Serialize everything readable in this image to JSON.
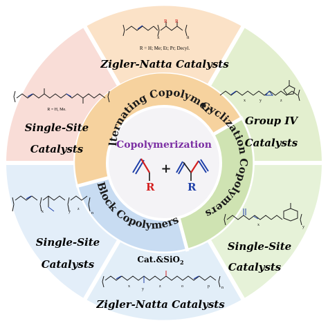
{
  "colors": {
    "top": "#fbe2c7",
    "upper_right": "#e3efcf",
    "lower_right": "#e6f2d8",
    "bottom": "#e2eef8",
    "lower_left": "#e3eef9",
    "upper_left": "#f9ddd7",
    "ring_orange": "#f6d29e",
    "ring_green": "#cfe3b2",
    "ring_blue": "#c8dcf2",
    "center": "#f4f3f6",
    "center_title": "#7b2fa3",
    "red_bond": "#d42020",
    "blue_bond": "#1e3fa8"
  },
  "outer": {
    "top": {
      "title": "Zigler-Natta Catalysts",
      "note": "R = H; Me; Et; Pr; Decyl.",
      "sub_x": "x",
      "sub_n": "n",
      "r1": "R",
      "r2": "R"
    },
    "upper_right": {
      "line1": "Group IV",
      "line2": "Catalysts",
      "sub_x": "x",
      "sub_y": "y",
      "sub_z": "z"
    },
    "lower_right": {
      "line1": "Single-Site",
      "line2": "Catalysts",
      "sub_x": "x",
      "sub_y": "y"
    },
    "bottom": {
      "title": "Zigler-Natta Catalysts",
      "cat": "Cat.&SiO",
      "cat_sub": "2",
      "sub_x": "x",
      "sub_y": "y",
      "sub_z": "z",
      "sub_o": "o",
      "sub_p": "p",
      "sub_n": "n"
    },
    "lower_left": {
      "line1": "Single-Site",
      "line2": "Catalysts",
      "sub_x": "x",
      "sub_y": "y",
      "sub_z": "z",
      "sub_n": "n"
    },
    "upper_left": {
      "line1": "Single-Site",
      "line2": "Catalysts",
      "note": "R = H, Me."
    }
  },
  "ring": {
    "alternating": "Alternating Copolymers",
    "cyclization": "Cyclization Copolymers",
    "block": "Block Copolymers"
  },
  "center": {
    "title": "Copolymerization",
    "plus": "+",
    "r_left": "R",
    "r_right": "R"
  }
}
